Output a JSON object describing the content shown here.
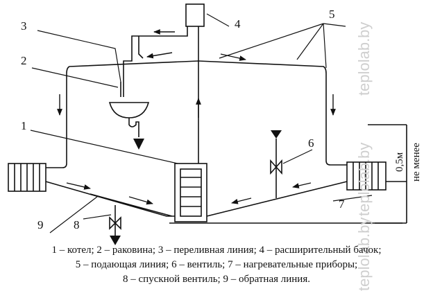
{
  "labels": {
    "n1": "1",
    "n2": "2",
    "n3": "3",
    "n4": "4",
    "n5": "5",
    "n6": "6",
    "n7": "7",
    "n8": "8",
    "n9": "9"
  },
  "dimension": {
    "height": "0,5м",
    "note": "не менее"
  },
  "watermark": "teplolab.by",
  "caption": {
    "line1": "1 – котел; 2 – раковина; 3 – переливная линия; 4 – расширительный бачок;",
    "line2": "5 – подающая линия; 6 – вентиль; 7 – нагревательные приборы;",
    "line3": "8 – спускной вентиль; 9 – обратная линия."
  }
}
